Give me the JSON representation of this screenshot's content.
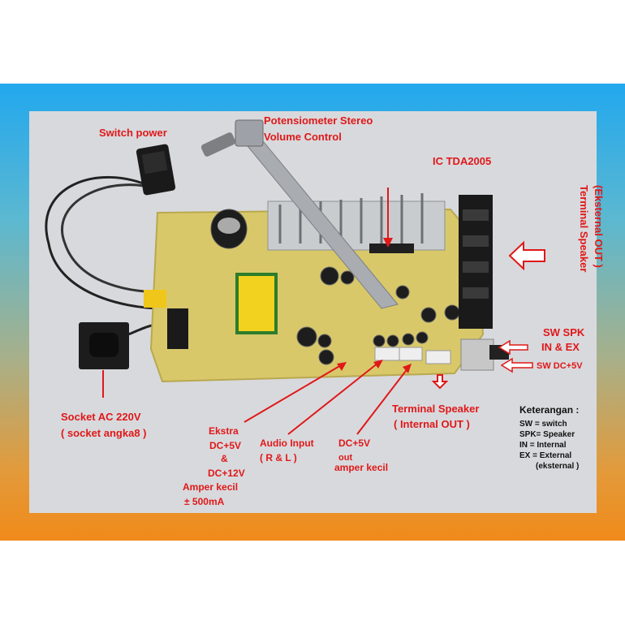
{
  "labels": {
    "switch_power": "Switch power",
    "potensiometer_line1": "Potensiometer Stereo",
    "potensiometer_line2": "Volume Control",
    "ic": "IC TDA2005",
    "terminal_ext_line1": "Terminal Speaker",
    "terminal_ext_line2": "(Eksternal OUT )",
    "sw_spk_line1": "SW SPK",
    "sw_spk_line2": "IN & EX",
    "sw_dc": "SW DC+5V",
    "socket_line1": "Socket AC 220V",
    "socket_line2": "( socket angka8 )",
    "ekstra_line1": "Ekstra",
    "ekstra_line2": "DC+5V",
    "ekstra_line3": "&",
    "ekstra_line4": "DC+12V",
    "amper_line1": "Amper kecil",
    "amper_line2": "± 500mA",
    "audio_line1": "Audio Input",
    "audio_line2": "( R & L )",
    "dc5_line1": "DC+5V",
    "dc5_line2": "out",
    "dc5_line3": "amper kecil",
    "terminal_int_line1": "Terminal Speaker",
    "terminal_int_line2": "( Internal OUT )"
  },
  "legend": {
    "title": "Keterangan :",
    "items": [
      "SW = switch",
      "SPK= Speaker",
      "IN = Internal",
      "EX = External",
      "(eksternal )"
    ]
  },
  "colors": {
    "label": "#e01818",
    "board": "#d8c86a",
    "heatsink": "#c9cccf"
  }
}
